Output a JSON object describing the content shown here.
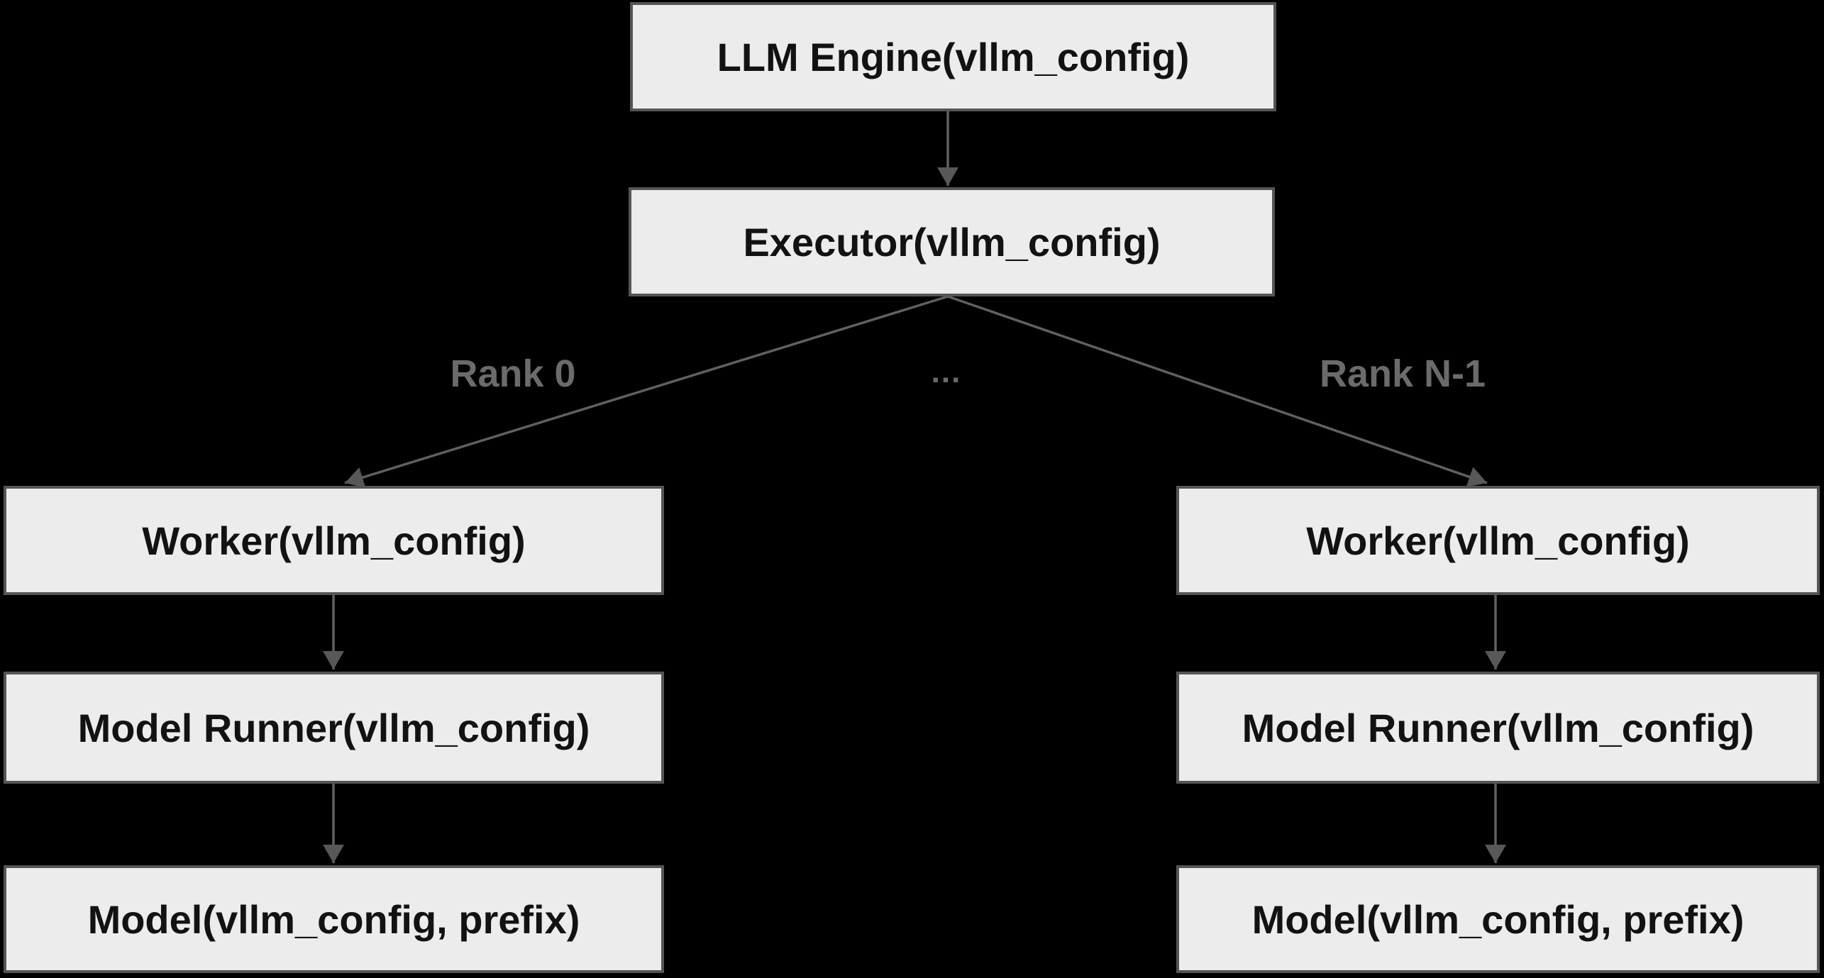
{
  "diagram": {
    "type": "flowchart",
    "colors": {
      "background": "#000000",
      "node_fill": "#ececec",
      "node_border": "#555555",
      "node_text": "#121212",
      "edge_stroke": "#606060",
      "arrowhead_fill": "#585858",
      "edge_label_text": "#6b6b6b"
    },
    "nodes": [
      {
        "id": "llm-engine",
        "label": "LLM Engine(vllm_config)"
      },
      {
        "id": "executor",
        "label": "Executor(vllm_config)"
      },
      {
        "id": "worker-0",
        "label": "Worker(vllm_config)"
      },
      {
        "id": "worker-n",
        "label": "Worker(vllm_config)"
      },
      {
        "id": "model-runner-0",
        "label": "Model Runner(vllm_config)"
      },
      {
        "id": "model-runner-n",
        "label": "Model Runner(vllm_config)"
      },
      {
        "id": "model-0",
        "label": "Model(vllm_config, prefix)"
      },
      {
        "id": "model-n",
        "label": "Model(vllm_config, prefix)"
      }
    ],
    "edges": [
      {
        "from": "llm-engine",
        "to": "executor",
        "label": ""
      },
      {
        "from": "executor",
        "to": "worker-0",
        "label": "Rank 0"
      },
      {
        "from": "executor",
        "to": "worker-n",
        "label": "Rank N-1"
      },
      {
        "from": "worker-0",
        "to": "model-runner-0",
        "label": ""
      },
      {
        "from": "model-runner-0",
        "to": "model-0",
        "label": ""
      },
      {
        "from": "worker-n",
        "to": "model-runner-n",
        "label": ""
      },
      {
        "from": "model-runner-n",
        "to": "model-n",
        "label": ""
      }
    ],
    "edge_labels": {
      "rank0": "Rank 0",
      "ellipsis": "...",
      "rankN": "Rank N-1"
    }
  }
}
